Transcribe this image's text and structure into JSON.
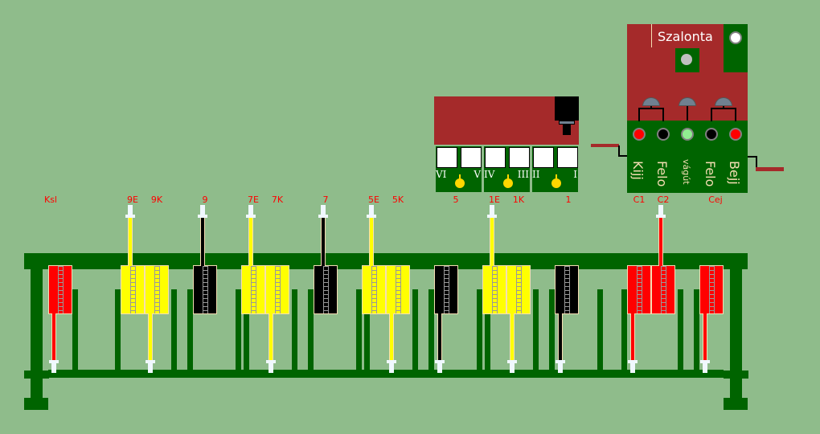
{
  "station": {
    "name": "Szalonta",
    "buttons": [
      {
        "label": "Kijj",
        "lamp_color": "#ff0000"
      },
      {
        "label": "Felo",
        "lamp_color": "#000000"
      },
      {
        "label": "vágút",
        "lamp_color": "#90ee90"
      },
      {
        "label": "Felo",
        "lamp_color": "#000000"
      },
      {
        "label": "Bejj",
        "lamp_color": "#ff0000"
      }
    ]
  },
  "block_panel": {
    "groups": [
      {
        "left": "VI",
        "right": "V"
      },
      {
        "left": "IV",
        "right": "III"
      },
      {
        "left": "II",
        "right": "I"
      }
    ]
  },
  "levers": [
    {
      "label": "Ksl",
      "color": "#ff0000",
      "position": "down"
    },
    {
      "label": "9E",
      "color": "#ffff00",
      "position": "up"
    },
    {
      "label": "9K",
      "color": "#ffff00",
      "position": "down"
    },
    {
      "label": "9",
      "color": "#000000",
      "position": "up"
    },
    {
      "label": "7E",
      "color": "#ffff00",
      "position": "up"
    },
    {
      "label": "7K",
      "color": "#ffff00",
      "position": "down"
    },
    {
      "label": "7",
      "color": "#000000",
      "position": "up"
    },
    {
      "label": "5E",
      "color": "#ffff00",
      "position": "up"
    },
    {
      "label": "5K",
      "color": "#ffff00",
      "position": "down"
    },
    {
      "label": "5",
      "color": "#000000",
      "position": "down"
    },
    {
      "label": "1E",
      "color": "#ffff00",
      "position": "up"
    },
    {
      "label": "1K",
      "color": "#ffff00",
      "position": "down"
    },
    {
      "label": "1",
      "color": "#000000",
      "position": "down"
    },
    {
      "label": "C1",
      "color": "#ff0000",
      "position": "down"
    },
    {
      "label": "C2",
      "color": "#ff0000",
      "position": "up"
    },
    {
      "label": "Cej",
      "color": "#ff0000",
      "position": "down"
    }
  ],
  "colors": {
    "background": "#8fbc8b",
    "frame": "#006400",
    "panel_red": "#a52a2a"
  }
}
